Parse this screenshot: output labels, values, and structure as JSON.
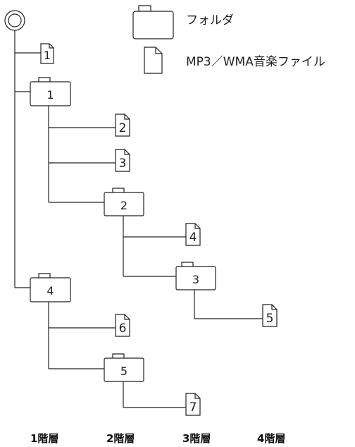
{
  "legend": {
    "folder_label": "フォルダ",
    "file_label": "MP3／WMA音楽ファイル"
  },
  "folders": [
    {
      "id": "f1",
      "label": "1"
    },
    {
      "id": "f2",
      "label": "2"
    },
    {
      "id": "f3",
      "label": "3"
    },
    {
      "id": "f4",
      "label": "4"
    },
    {
      "id": "f5",
      "label": "5"
    }
  ],
  "files": [
    {
      "id": "m1",
      "label": "1"
    },
    {
      "id": "m2",
      "label": "2"
    },
    {
      "id": "m3",
      "label": "3"
    },
    {
      "id": "m4",
      "label": "4"
    },
    {
      "id": "m5",
      "label": "5"
    },
    {
      "id": "m6",
      "label": "6"
    },
    {
      "id": "m7",
      "label": "7"
    }
  ],
  "levels": [
    "1階層",
    "2階層",
    "3階層",
    "4階層"
  ]
}
